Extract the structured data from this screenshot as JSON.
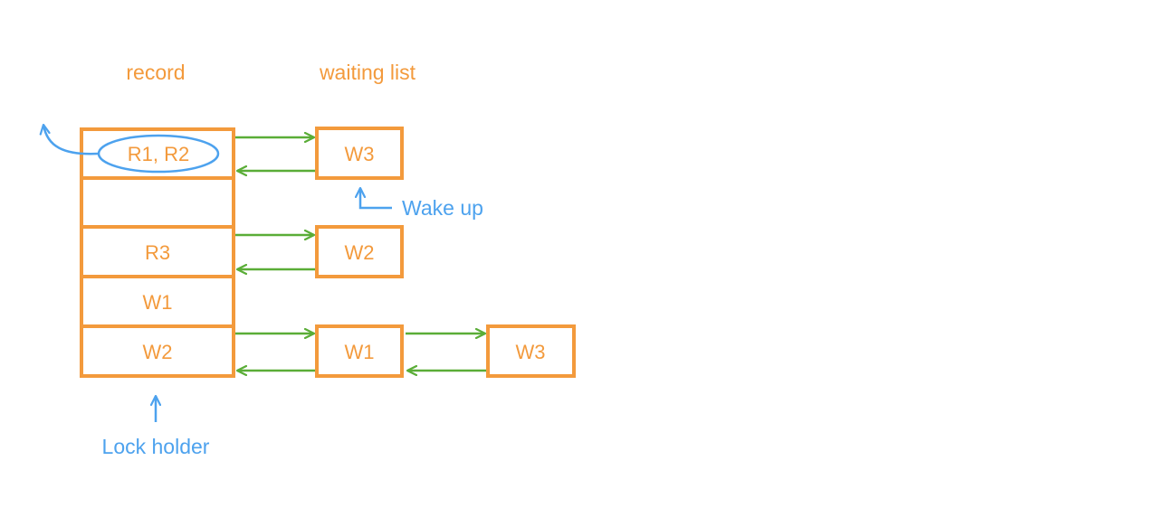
{
  "headings": {
    "record": "record",
    "waiting_list": "waiting list"
  },
  "record_slots": [
    "R1, R2",
    "",
    "R3",
    "W1",
    "W2"
  ],
  "waiting_lists": {
    "row1": [
      "W3"
    ],
    "row3": [
      "W2"
    ],
    "row5": [
      "W1",
      "W3"
    ]
  },
  "annotations": {
    "wake_up": "Wake up",
    "lock_holder": "Lock holder"
  },
  "colors": {
    "box": "#f39a3c",
    "text": "#f39a3c",
    "link_arrow": "#5aad37",
    "annotation": "#4da2ee"
  }
}
